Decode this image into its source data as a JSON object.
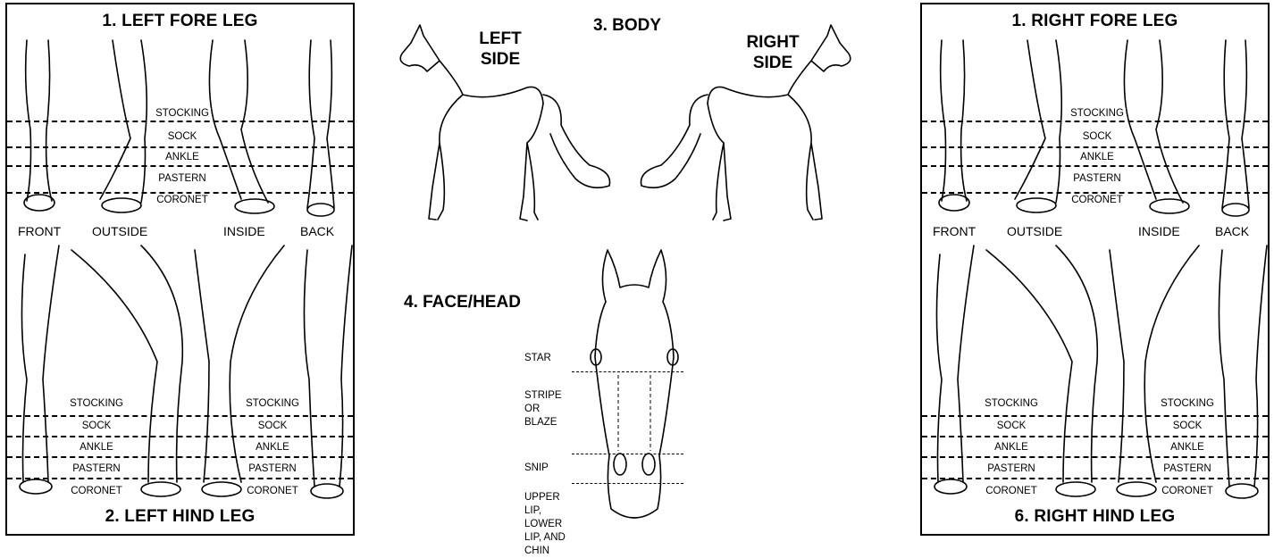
{
  "left_panel": {
    "fore_title": "1. LEFT FORE LEG",
    "hind_title": "2. LEFT HIND LEG",
    "fore_levels": [
      "STOCKING",
      "SOCK",
      "ANKLE",
      "PASTERN",
      "CORONET"
    ],
    "hind_levels": [
      "STOCKING",
      "SOCK",
      "ANKLE",
      "PASTERN",
      "CORONET"
    ],
    "views": [
      "FRONT",
      "OUTSIDE",
      "INSIDE",
      "BACK"
    ]
  },
  "right_panel": {
    "fore_title": "1. RIGHT FORE LEG",
    "hind_title": "6. RIGHT HIND LEG",
    "fore_levels": [
      "STOCKING",
      "SOCK",
      "ANKLE",
      "PASTERN",
      "CORONET"
    ],
    "hind_levels": [
      "STOCKING",
      "SOCK",
      "ANKLE",
      "PASTERN",
      "CORONET"
    ],
    "views": [
      "FRONT",
      "OUTSIDE",
      "INSIDE",
      "BACK"
    ]
  },
  "body": {
    "title": "3. BODY",
    "left_side": "LEFT SIDE",
    "right_side": "RIGHT SIDE"
  },
  "face": {
    "title": "4. FACE/HEAD",
    "labels": [
      "STAR",
      "STRIPE OR BLAZE",
      "SNIP",
      "UPPER LIP, LOWER LIP, AND CHIN"
    ]
  }
}
